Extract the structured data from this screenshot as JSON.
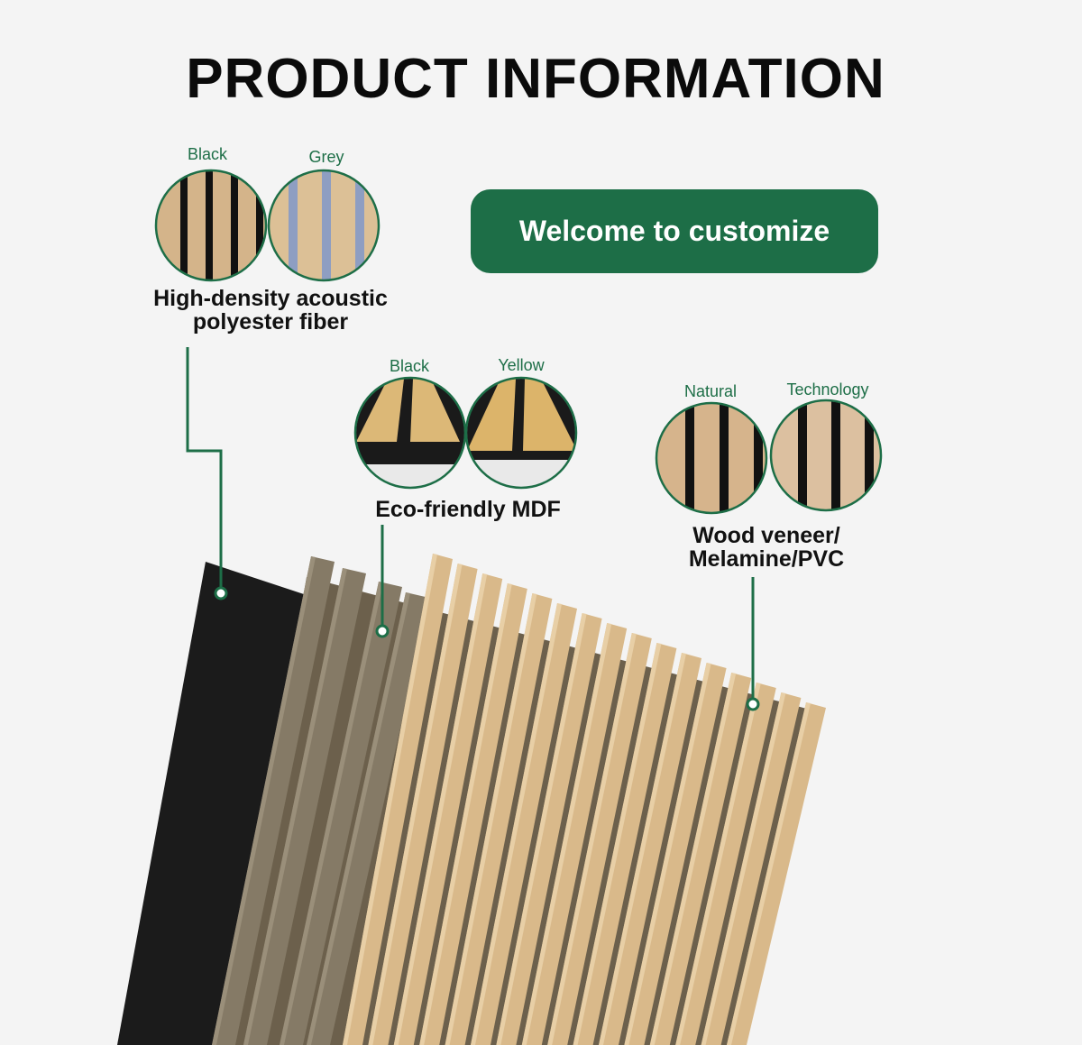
{
  "title": "PRODUCT INFORMATION",
  "cta": "Welcome to customize",
  "materials": [
    {
      "name_line1": "High-density acoustic",
      "name_line2": "polyester fiber",
      "swatches": [
        "Black",
        "Grey"
      ]
    },
    {
      "name_line1": "Eco-friendly MDF",
      "swatches": [
        "Black",
        "Yellow"
      ]
    },
    {
      "name_line1": "Wood veneer/",
      "name_line2": "Melamine/PVC",
      "swatches": [
        "Natural",
        "Technology"
      ]
    }
  ],
  "colors": {
    "accent": "#1d6e47",
    "oak": "#d9b98a",
    "felt": "#1b1b1b",
    "mdf": "#857a66"
  }
}
